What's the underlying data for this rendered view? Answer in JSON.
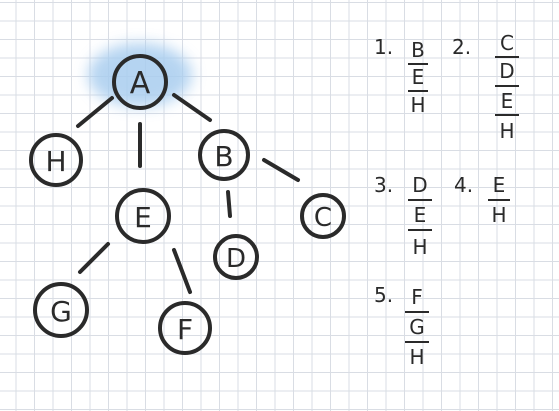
{
  "tree": {
    "nodes": [
      {
        "id": "A",
        "label": "A",
        "highlighted": true
      },
      {
        "id": "H",
        "label": "H"
      },
      {
        "id": "E",
        "label": "E"
      },
      {
        "id": "B",
        "label": "B"
      },
      {
        "id": "C",
        "label": "C"
      },
      {
        "id": "D",
        "label": "D"
      },
      {
        "id": "G",
        "label": "G"
      },
      {
        "id": "F",
        "label": "F"
      }
    ],
    "edges": [
      [
        "A",
        "H"
      ],
      [
        "A",
        "E"
      ],
      [
        "A",
        "B"
      ],
      [
        "B",
        "D"
      ],
      [
        "B",
        "C"
      ],
      [
        "E",
        "G"
      ],
      [
        "E",
        "F"
      ]
    ],
    "highlight_color": "#a9cdef",
    "ink_color": "#2a2a2a"
  },
  "notes": [
    {
      "number": "1.",
      "terms": [
        "B",
        "E",
        "H"
      ]
    },
    {
      "number": "2.",
      "terms": [
        "C",
        "D",
        "E",
        "H"
      ]
    },
    {
      "number": "3.",
      "terms": [
        "D",
        "E",
        "H"
      ]
    },
    {
      "number": "4.",
      "terms": [
        "E",
        "H"
      ]
    },
    {
      "number": "5.",
      "terms": [
        "F",
        "G",
        "H"
      ]
    }
  ]
}
